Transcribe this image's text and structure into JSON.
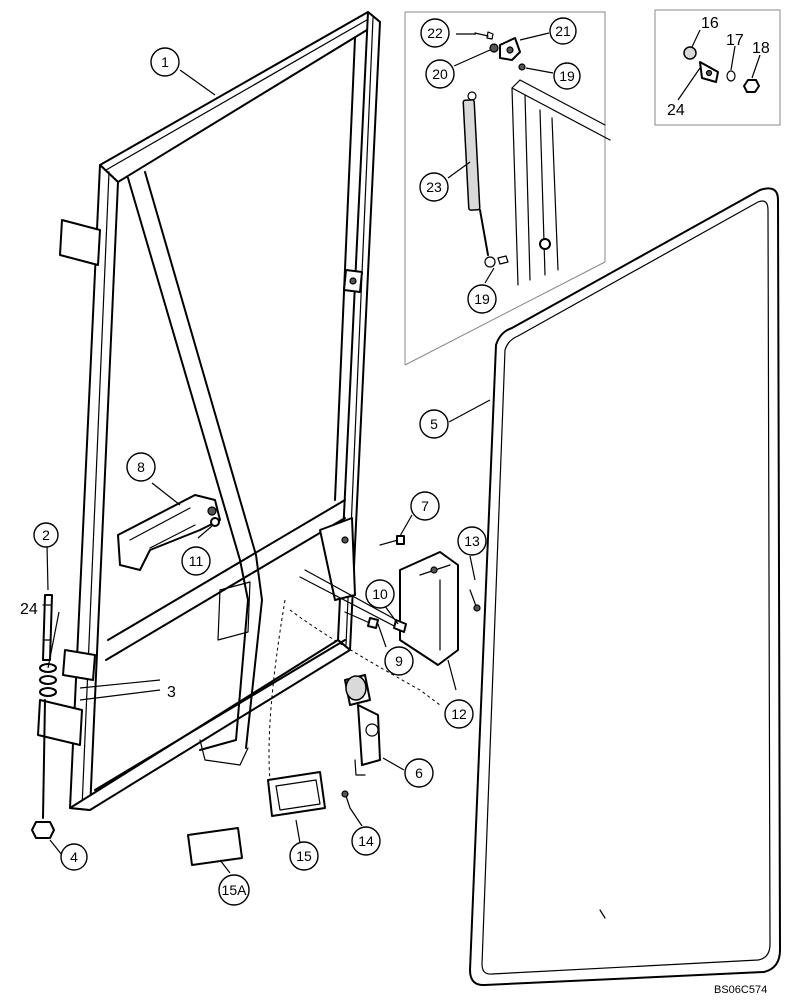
{
  "callouts": {
    "c1": "1",
    "c2": "2",
    "c3": "3",
    "c4": "4",
    "c5": "5",
    "c6": "6",
    "c7": "7",
    "c8": "8",
    "c9": "9",
    "c10": "10",
    "c11": "11",
    "c12": "12",
    "c13": "13",
    "c14": "14",
    "c15": "15",
    "c15a": "15A",
    "c19a": "19",
    "c19b": "19",
    "c20": "20",
    "c21": "21",
    "c22": "22",
    "c23": "23",
    "c24a": "24",
    "c24b": "24"
  },
  "plain_labels": {
    "l16": "16",
    "l17": "17",
    "l18": "18",
    "l24": "24"
  },
  "figure_code": "BS06C574"
}
